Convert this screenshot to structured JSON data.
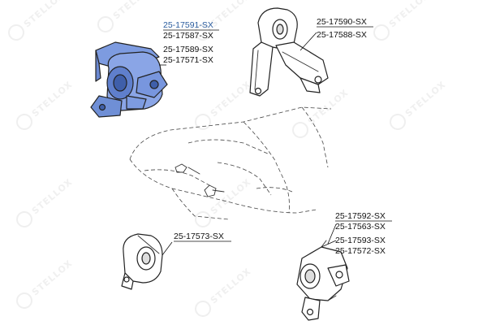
{
  "watermark": {
    "text": "STELLOX"
  },
  "groups": {
    "front_mount": {
      "labels": [
        "25-17591-SX",
        "25-17587-SX",
        "25-17589-SX",
        "25-17571-SX"
      ]
    },
    "top_mount": {
      "labels": [
        "25-17590-SX",
        "25-17588-SX"
      ]
    },
    "side_mount": {
      "labels": [
        "25-17573-SX"
      ]
    },
    "rear_mount": {
      "labels": [
        "25-17592-SX",
        "25-17563-SX",
        "25-17593-SX",
        "25-17572-SX"
      ]
    }
  },
  "colors": {
    "highlight_label": "#2a5c9e",
    "highlight_part": "#6f8fd6",
    "part_fill": "#ffffff",
    "line": "#222222"
  }
}
